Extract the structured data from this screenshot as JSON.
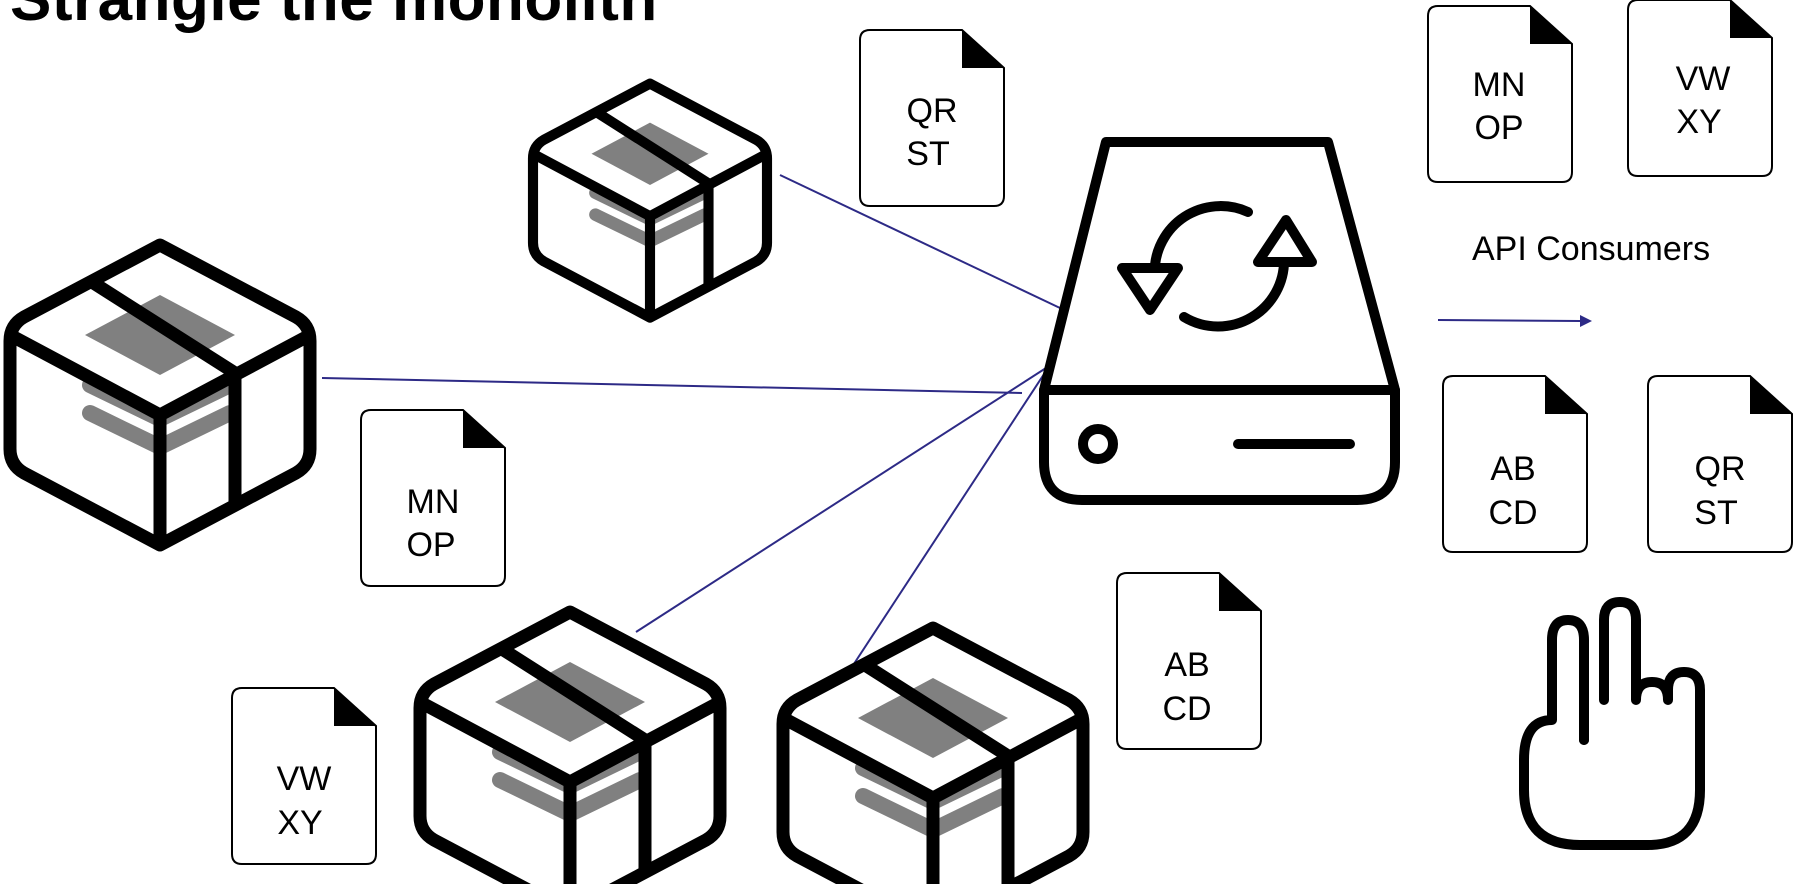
{
  "title": "Strangle the monolith",
  "consumers_label": "API Consumers",
  "accent_line_color": "#2d2a86",
  "documents": [
    {
      "line1": "QR",
      "line2": "ST"
    },
    {
      "line1": "MN",
      "line2": "OP"
    },
    {
      "line1": "VW",
      "line2": "XY"
    },
    {
      "line1": "AB",
      "line2": "CD"
    },
    {
      "line1": "MN",
      "line2": "OP"
    },
    {
      "line1": "VW",
      "line2": "XY"
    },
    {
      "line1": "AB",
      "line2": "CD"
    },
    {
      "line1": "QR",
      "line2": "ST"
    }
  ],
  "icons": [
    "box-icon",
    "hard-drive-sync-icon",
    "file-icon",
    "hand-icon"
  ]
}
